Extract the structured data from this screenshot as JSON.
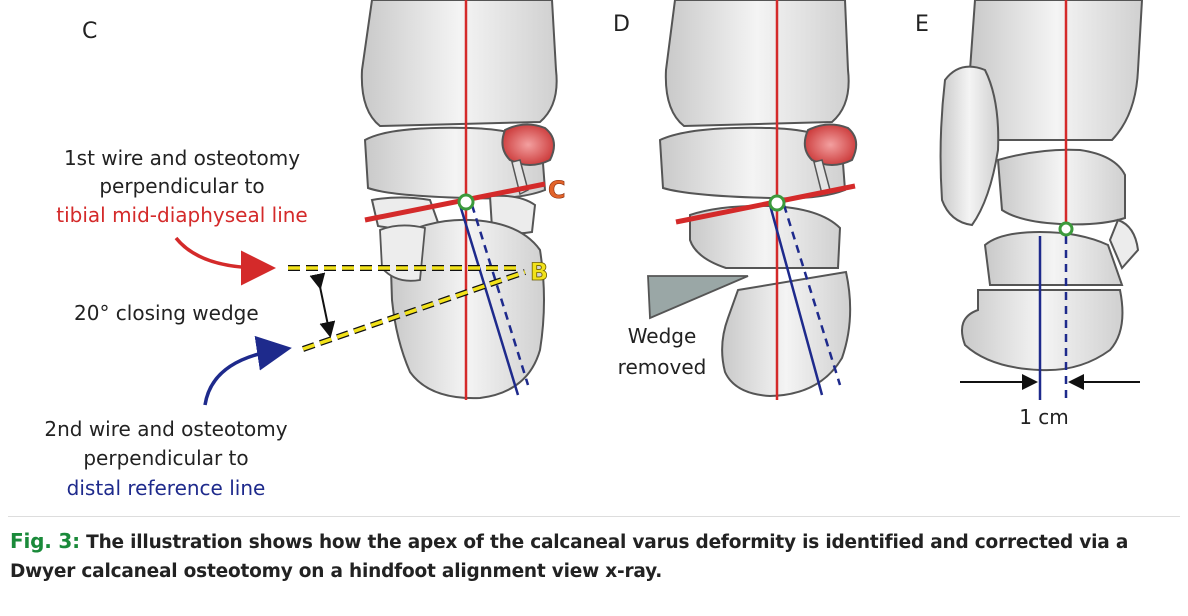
{
  "panels": [
    {
      "letter": "C"
    },
    {
      "letter": "D"
    },
    {
      "letter": "E"
    }
  ],
  "labels": {
    "first_wire_line1": "1st wire and osteotomy",
    "first_wire_line2": "perpendicular to",
    "first_wire_line3": "tibial mid-diaphyseal line",
    "closing_wedge": "20° closing wedge",
    "second_wire_line1": "2nd wire and osteotomy",
    "second_wire_line2": "perpendicular to",
    "second_wire_line3": "distal reference line",
    "point_c": "C",
    "point_b": "B",
    "wedge_removed_line1": "Wedge",
    "wedge_removed_line2": "removed",
    "measurement": "1 cm"
  },
  "caption": {
    "figure_label": "Fig. 3:",
    "text": "The illustration shows how the apex of the calcaneal varus deformity is identified and corrected via a Dwyer calcaneal osteotomy on a hindfoot alignment view x-ray."
  },
  "colors": {
    "tibial_line": "#d42a2a",
    "distal_line": "#1e2a8c",
    "osteotomy_yellow": "#f2e21a",
    "point_c_label": "#e2632a",
    "caption_label": "#1a8a3a",
    "bone_fill": "#e9e9e9",
    "bone_outline": "#555555",
    "wedge_fill": "#9aa7a6"
  }
}
